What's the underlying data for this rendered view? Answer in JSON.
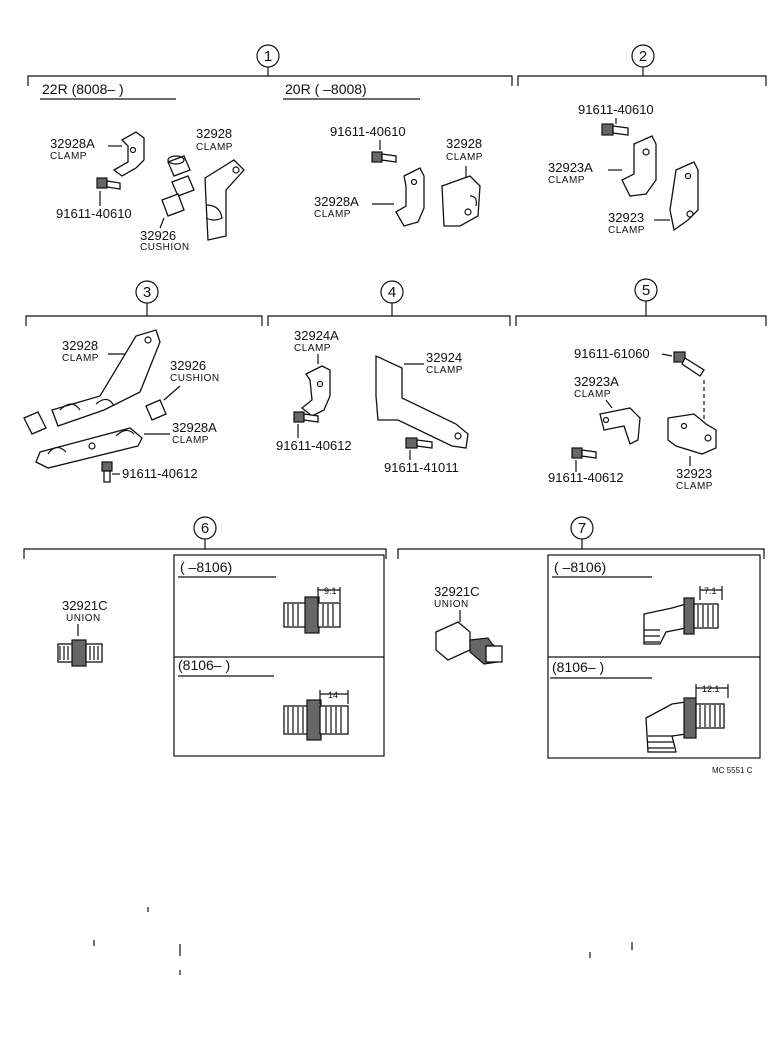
{
  "groups": [
    {
      "number": "1"
    },
    {
      "number": "2"
    },
    {
      "number": "3"
    },
    {
      "number": "4"
    },
    {
      "number": "5"
    },
    {
      "number": "6"
    },
    {
      "number": "7"
    }
  ],
  "g1": {
    "header_left": "22R (8008–      )",
    "header_right": "20R (      –8008)",
    "a_clamp_pn": "32928A",
    "a_clamp_nm": "CLAMP",
    "a_bolt_pn": "91611-40610",
    "a_clamp2_pn": "32928",
    "a_clamp2_nm": "CLAMP",
    "a_cushion_pn": "32926",
    "a_cushion_nm": "CUSHION",
    "b_bolt_pn": "91611-40610",
    "b_clampA_pn": "32928A",
    "b_clampA_nm": "CLAMP",
    "b_clamp_pn": "32928",
    "b_clamp_nm": "CLAMP"
  },
  "g2": {
    "bolt_pn": "91611-40610",
    "clampA_pn": "32923A",
    "clampA_nm": "CLAMP",
    "clamp_pn": "32923",
    "clamp_nm": "CLAMP"
  },
  "g3": {
    "clamp_pn": "32928",
    "clamp_nm": "CLAMP",
    "cushion_pn": "32926",
    "cushion_nm": "CUSHION",
    "clampA_pn": "32928A",
    "clampA_nm": "CLAMP",
    "bolt_pn": "91611-40612"
  },
  "g4": {
    "clampA_pn": "32924A",
    "clampA_nm": "CLAMP",
    "clamp_pn": "32924",
    "clamp_nm": "CLAMP",
    "bolt1_pn": "91611-40612",
    "bolt2_pn": "91611-41011"
  },
  "g5": {
    "bolt1_pn": "91611-61060",
    "clampA_pn": "32923A",
    "clampA_nm": "CLAMP",
    "bolt2_pn": "91611-40612",
    "clamp_pn": "32923",
    "clamp_nm": "CLAMP"
  },
  "g6": {
    "union_pn": "32921C",
    "union_nm": "UNION",
    "box1_header": "(      –8106)",
    "box1_dim": "9.1",
    "box2_header": "(8106–      )",
    "box2_dim": "14"
  },
  "g7": {
    "union_pn": "32921C",
    "union_nm": "UNION",
    "box1_header": "(      –8106)",
    "box1_dim": "7.1",
    "box2_header": "(8106–      )",
    "box2_dim": "12.1"
  },
  "footer_code": "MC 5551 C"
}
